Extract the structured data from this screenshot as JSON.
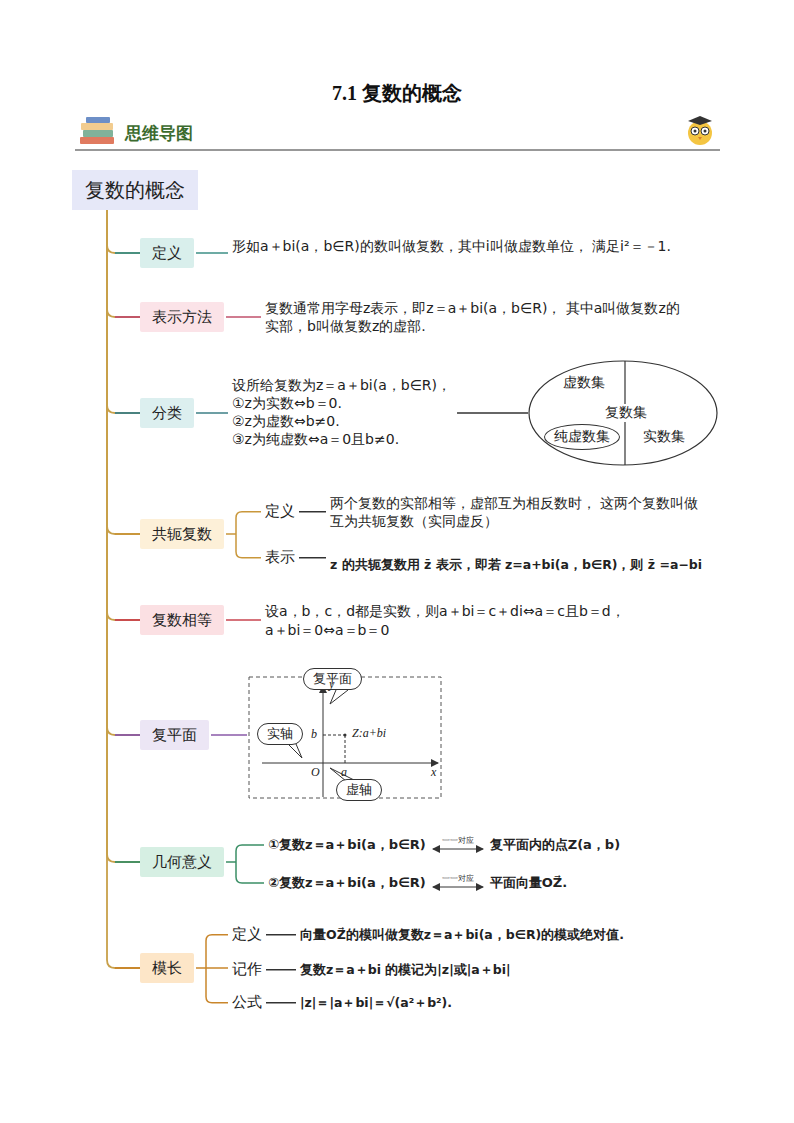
{
  "diagram": {
    "title": "7.1 复数的概念",
    "nodes": [
      {
        "text": [
          "复数的概念"
        ]
      },
      {
        "text": [
          "定义"
        ]
      },
      {
        "text": [
          "表示方法"
        ]
      },
      {
        "text": [
          "分类"
        ]
      },
      {
        "text": [
          "虚数集",
          "复数集",
          "实数集"
        ]
      },
      {
        "text": [
          "纯虚数集"
        ],
        "in": 4
      },
      {
        "text": [
          "共轭复数"
        ]
      },
      {
        "text": [
          "复数相等"
        ]
      },
      {
        "text": [
          "复平面"
        ]
      },
      {
        "text": [
          "复平面"
        ]
      },
      {
        "text": [
          "实轴"
        ]
      },
      {
        "text": [
          "虚轴"
        ]
      },
      {
        "text": [
          "几何意义"
        ]
      },
      {
        "text": [
          "模长"
        ]
      }
    ],
    "edges": [
      {
        "from": 0,
        "to": 1,
        "arrow": "none"
      },
      {
        "from": 0,
        "to": 2,
        "arrow": "none"
      },
      {
        "from": 0,
        "to": 3,
        "arrow": "none"
      },
      {
        "from": 0,
        "to": 6,
        "arrow": "none"
      },
      {
        "from": 0,
        "to": 7,
        "arrow": "none"
      },
      {
        "from": 0,
        "to": 8,
        "arrow": "none"
      },
      {
        "from": 0,
        "to": 12,
        "arrow": "none"
      },
      {
        "from": 0,
        "to": 13,
        "arrow": "none"
      }
    ],
    "labels": [
      "思维导图",
      "形如a＋bi(a，b∈R)的数叫做复数，其中i叫做虚数单位， 满足i²＝－1.",
      "复数通常用字母z表示，即z＝a＋bi(a，b∈R)， 其中a叫做复数z的实部，b叫做复数z的虚部.",
      "设所给复数为z＝a＋bi(a，b∈R)，",
      "①z为实数⇔b＝0.",
      "②z为虚数⇔b≠0.",
      "③z为纯虚数⇔a＝0且b≠0.",
      "定义",
      "两个复数的实部相等，虚部互为相反数时， 这两个复数叫做互为共轭复数（实同虚反）",
      "表示",
      "z 的共轭复数用 z̄ 表示，即若 z=a+bi(a，b∈R)，则 z̄ =a−bi",
      "设a，b，c，d都是实数，则a＋bi＝c＋di⇔a＝c且b＝d，",
      "a＋bi＝0⇔a＝b＝0",
      "y",
      "b",
      "Z:a+bi",
      "O",
      "a",
      "x",
      "①复数z＝a＋bi(a，b∈R)",
      "一一对应",
      "复平面内的点Z(a，b)",
      "②复数z＝a＋bi(a，b∈R)",
      "一一对应",
      "平面向量OZ⃗.",
      "定义",
      "向量OZ⃗的模叫做复数z＝a＋bi(a，b∈R)的模或绝对值.",
      "记作",
      "复数z＝a＋bi 的模记为|z|或|a＋bi|",
      "公式",
      "|z|＝|a＋bi|＝√(a²＋b²)."
    ]
  }
}
